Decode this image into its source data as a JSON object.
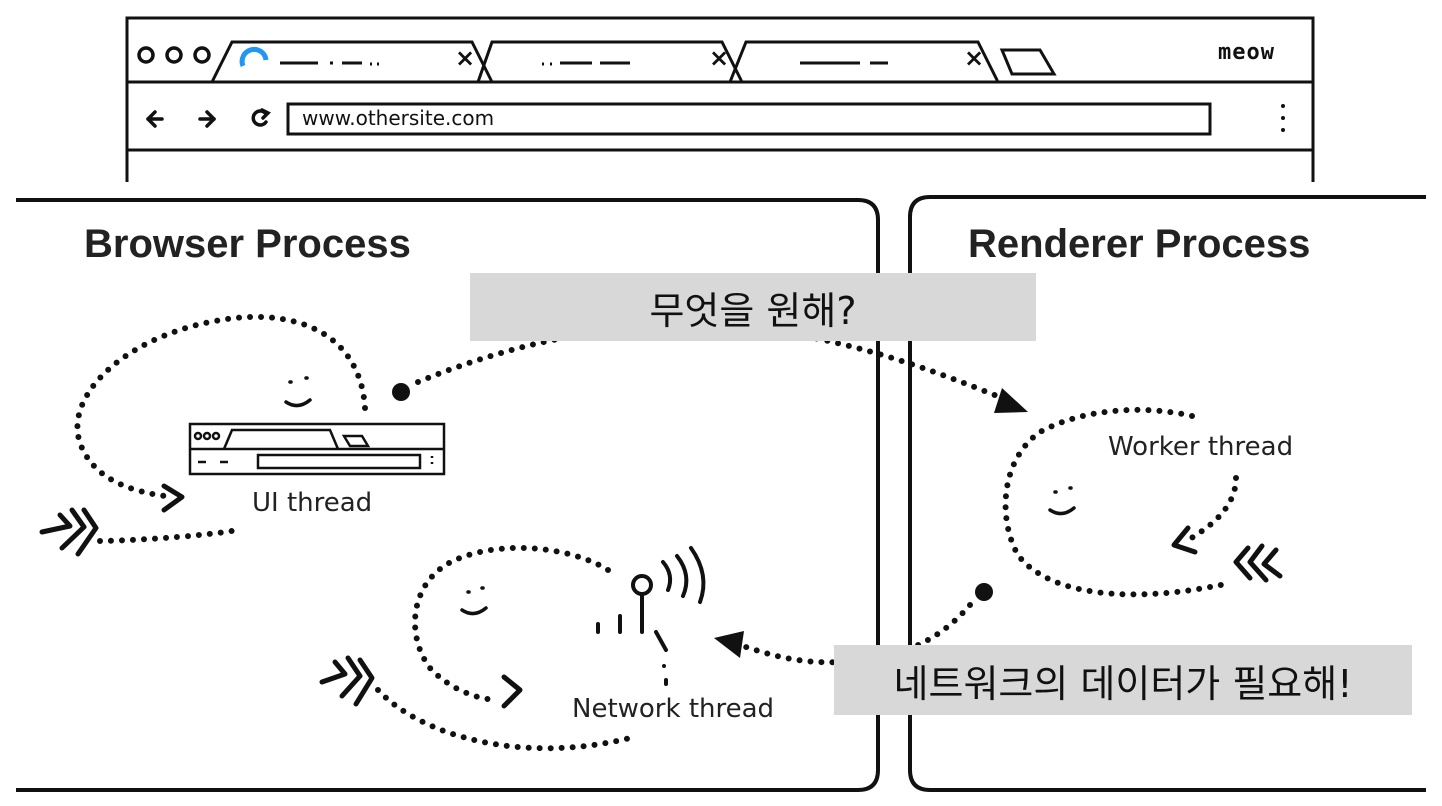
{
  "browser_window": {
    "brand": "meow",
    "url": "www.othersite.com",
    "tab_close_glyph": "×",
    "icons": [
      "traffic-lights-icon",
      "loading-spinner-icon",
      "back-arrow-icon",
      "forward-arrow-icon",
      "reload-icon",
      "kebab-menu-icon",
      "new-tab-icon"
    ]
  },
  "browser_process": {
    "title": "Browser Process",
    "ui_thread_label": "UI thread",
    "network_thread_label": "Network thread"
  },
  "renderer_process": {
    "title": "Renderer Process",
    "worker_thread_label": "Worker thread"
  },
  "callouts": {
    "request": "무엇을 원해?",
    "response": "네트워크의 데이터가 필요해!"
  },
  "colors": {
    "callout_bg": "#d8d8d8",
    "ink": "#111111",
    "spinner": "#2196f3"
  }
}
